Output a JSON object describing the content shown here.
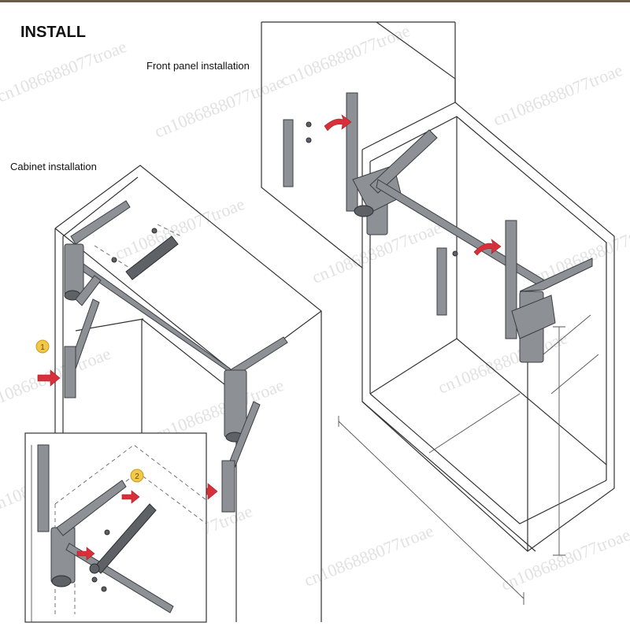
{
  "title": "INSTALL",
  "front_panel_label": "Front panel installation",
  "cabinet_label": "Cabinet installation",
  "step_badges": [
    "1",
    "2"
  ],
  "watermark": "cn1086888077troae",
  "colors": {
    "arrow": "#d8303a",
    "badge": "#f2c84b",
    "metal": "#8d9196"
  }
}
